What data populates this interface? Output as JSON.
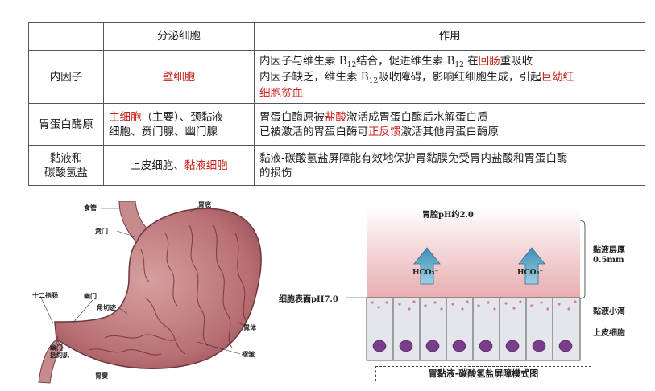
{
  "table": {
    "header": {
      "col1": "",
      "col2": "分泌细胞",
      "col3": "作用"
    },
    "rows": {
      "r1": {
        "name": "内因子",
        "cell": "壁细胞",
        "l1a": "内因子与维生素 B",
        "l1sub": "12",
        "l1b": "结合，促进维生素 B",
        "l1sub2": "12",
        "l1c": " 在",
        "l1red": "回肠",
        "l1d": "重吸收",
        "l2a": "内因子缺乏，维生素 B",
        "l2sub": "12",
        "l2b": "吸收障碍，影响红细胞生成，引起",
        "l2red": "巨幼红",
        "l3red": "细胞贫血"
      },
      "r2": {
        "name": "胃蛋白酶原",
        "cellred": "主细胞",
        "cell1": "（主要）、颈黏液",
        "cell2": "细胞、贲门腺、幽门腺",
        "l1a": "胃蛋白酶原被",
        "l1red": "盐酸",
        "l1b": "激活成胃蛋白酶后水解蛋白质",
        "l2a": "已被激活的胃蛋白酶可",
        "l2red": "正反馈",
        "l2b": "激活其他胃蛋白酶原"
      },
      "r3": {
        "name1": "黏液和",
        "name2": "碳酸氢盐",
        "cella": "上皮细胞、",
        "cellred": "黏液细胞",
        "l1": "黏液-碳酸氢盐屏障能有效地保护胃黏膜免受胃内盐酸和胃蛋白酶",
        "l2": "的损伤"
      }
    }
  },
  "stomach": {
    "esophagus": "食管",
    "fundus": "胃底",
    "cardia": "贲门",
    "duodenum": "十二指肠",
    "pylorus": "幽门",
    "angular": "角切迹",
    "body": "胃体",
    "sphincter1": "幽门",
    "sphincter2": "括约肌",
    "folds": "褶皱",
    "antrum": "胃窦"
  },
  "barrier": {
    "top": "胃腔pH约2.0",
    "hco3a": "HCO₃⁻",
    "hco3b": "HCO₃⁻",
    "surface": "细胞表面pH7.0",
    "thick1": "黏液层厚",
    "thick2": "0.5mm",
    "droplet": "黏液小滴",
    "epi": "上皮细胞",
    "caption": "胃黏液-碳酸氢盐屏障模式图"
  },
  "colors": {
    "accent_red": "#c8211b"
  }
}
